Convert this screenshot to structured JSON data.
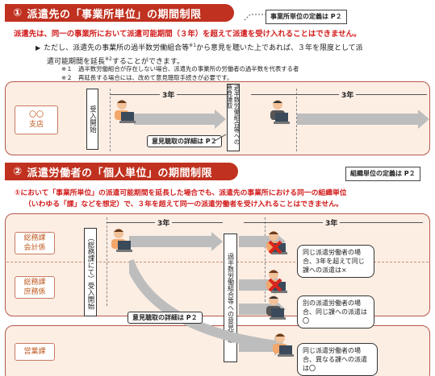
{
  "section1": {
    "number": "①",
    "title": "派遣先の「事業所単位」の期間制限",
    "definition_note": "事業所単位の定義は P２",
    "lead": "派遣先は、同一の事業所において派遣可能期間（３年）を超えて派遣を受け入れることはできません。",
    "bullet_mark": "▶",
    "bullet_line1": "ただし、派遣先の事業所の過半数労働組合等",
    "bullet_sup1": "※1",
    "bullet_line1b": "から意見を聴いた上であれば、３年を限度として派",
    "bullet_line2": "遣可能期間を延長",
    "bullet_sup2": "※2",
    "bullet_line2b": "することができます。",
    "footnote1": "※１　過半数労働組合が存在しない場合、派遣先の事業所の労働者の過半数を代表する者",
    "footnote2": "※２　再延長する場合には、改めて意見聴取手続きが必要です。",
    "branch_label_1": "〇〇",
    "branch_label_2": "支店",
    "start_label": "受入開始",
    "years_1": "3年",
    "years_2": "3年",
    "opinion_box": "過半数労働組合等への意見聴取",
    "detail_pill": "意見聴取の詳細は P２"
  },
  "section2": {
    "number": "②",
    "title": "派遣労働者の「個人単位」の期間制限",
    "definition_note": "組織単位の定義は P２",
    "lead_line1": "①において「事業所単位」の派遣可能期間を延長した場合でも、派遣先の事業所における同一の組織単位",
    "lead_line2": "（いわゆる「課」などを想定）で、３年を超えて同一の派遣労働者を受け入れることはできません。",
    "dept1_line1": "総務課",
    "dept1_line2": "会計係",
    "dept2_line1": "総務課",
    "dept2_line2": "庶務係",
    "dept3": "営業課",
    "start_label": "（総務課にて）受入開始",
    "years_1": "3年",
    "years_2": "3年",
    "opinion_box": "過半数労働組合等への意見聴取",
    "detail_pill": "意見聴取の詳細は P２",
    "bubble1": "同じ派遣労働者の場合、3年を超えて同じ課への派遣は×",
    "bubble2": "別の派遣労働者の場合、同じ課への派遣は〇",
    "bubble3": "同じ派遣労働者の場合、異なる課への派遣は〇"
  },
  "colors": {
    "header_red": "#c0311f",
    "panel_fill": "#fdeee4",
    "x_mark": "#d9261c"
  }
}
